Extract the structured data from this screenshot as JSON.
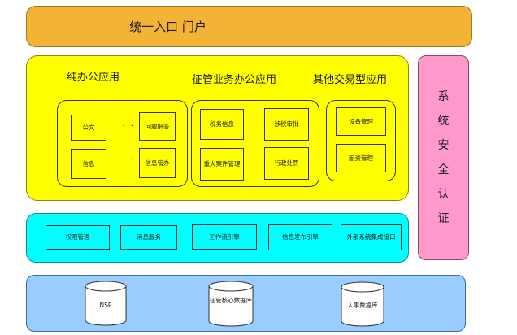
{
  "portal": {
    "title": "统一入口 门户"
  },
  "applications": {
    "office": {
      "title": "纯办公应用",
      "items": [
        "公文",
        "信息",
        "问题解答",
        "信息管办"
      ],
      "ellipsis": "· · ·"
    },
    "tax_office": {
      "title": "征管业务办公应用",
      "items": [
        "税务信息",
        "重大案件管理",
        "涉税审批",
        "行政处罚"
      ]
    },
    "transaction": {
      "title": "其他交易型应用",
      "items": [
        "设备管理",
        "固资管理"
      ]
    }
  },
  "security": {
    "chars": [
      "系",
      "统",
      "安",
      "全",
      "认",
      "证"
    ]
  },
  "services": {
    "items": [
      "权限管理",
      "消息服务",
      "工作流引擎",
      "信息发布引擎",
      "外部系统集成接口"
    ]
  },
  "databases": {
    "items": [
      "NSP",
      "征管核心数据库",
      "人事数据库"
    ]
  },
  "colors": {
    "portal": "#F5B335",
    "application_layer": "#FFFF00",
    "service_layer": "#00FFFF",
    "data_layer": "#99CCFF",
    "security": "#FF99CC"
  }
}
